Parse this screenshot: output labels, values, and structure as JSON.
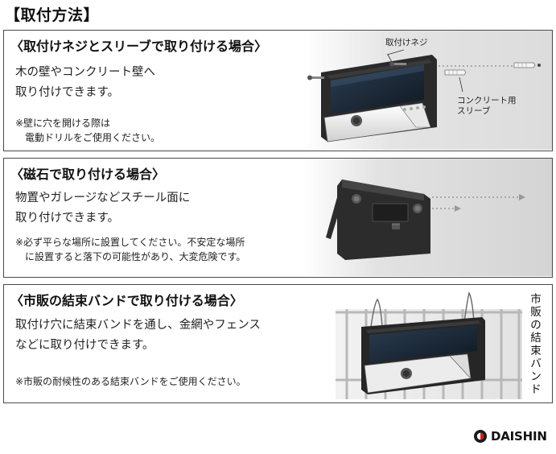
{
  "page": {
    "title": "【取付方法】"
  },
  "sections": [
    {
      "title": "〈取付けネジとスリーブで取り付ける場合〉",
      "desc": [
        "木の壁やコンクリート壁へ",
        "取り付けできます。"
      ],
      "note": [
        "※壁に穴を開ける際は",
        "　電動ドリルをご使用ください。"
      ],
      "callouts": {
        "screw": "取付けネジ",
        "sleeve": [
          "コンクリート用",
          "スリーブ"
        ]
      }
    },
    {
      "title": "〈磁石で取り付ける場合〉",
      "desc": [
        "物置やガレージなどスチール面に",
        "取り付けできます。"
      ],
      "note": [
        "※必ず平らな場所に設置してください。不安定な場所",
        "　に設置すると落下の可能性があり、大変危険です。"
      ]
    },
    {
      "title": "〈市販の結束バンドで取り付ける場合〉",
      "desc": [
        "取付け穴に結束バンドを通し、金網やフェンス",
        "などに取り付けできます。"
      ],
      "note": [
        "※市販の耐候性のある結束バンドをご使用ください。"
      ],
      "vertical_label": [
        "市",
        "販",
        "の",
        "結",
        "束",
        "バ",
        "ン",
        "ド"
      ]
    }
  ],
  "brand": {
    "name": "DAISHIN"
  },
  "colors": {
    "border": "#4a4a4a",
    "device_body": "#2a2a2a",
    "solar_panel": "#1d2a3a",
    "illustration_bg": "#e6e6e6"
  }
}
